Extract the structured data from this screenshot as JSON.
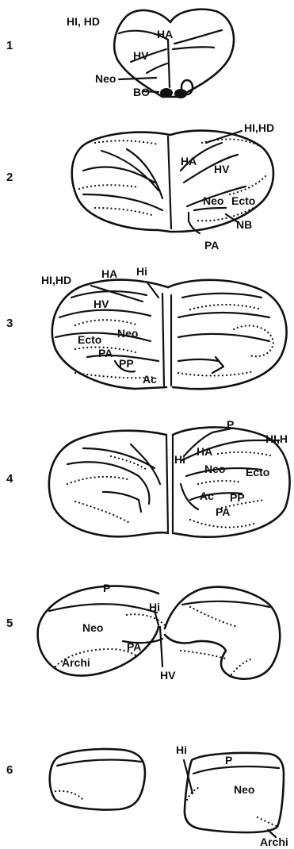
{
  "sections": [
    {
      "number": "1",
      "labels": [
        "HI, HD",
        "HA",
        "HV",
        "Neo",
        "BO"
      ]
    },
    {
      "number": "2",
      "labels": [
        "HI,HD",
        "HA",
        "HV",
        "Neo",
        "Ecto",
        "NB",
        "PA"
      ]
    },
    {
      "number": "3",
      "labels": [
        "HI,HD",
        "HA",
        "Hi",
        "HV",
        "Ecto",
        "Neo",
        "PA",
        "PP",
        "Ac"
      ]
    },
    {
      "number": "4",
      "labels": [
        "P",
        "HA",
        "Hi",
        "HI,H",
        "Neo",
        "Ecto",
        "Ac",
        "PP",
        "PA"
      ]
    },
    {
      "number": "5",
      "labels": [
        "P",
        "Hi",
        "Neo",
        "PA",
        "Archi",
        "HV"
      ]
    },
    {
      "number": "6",
      "labels": [
        "Hi",
        "P",
        "Neo",
        "Archi"
      ]
    }
  ]
}
